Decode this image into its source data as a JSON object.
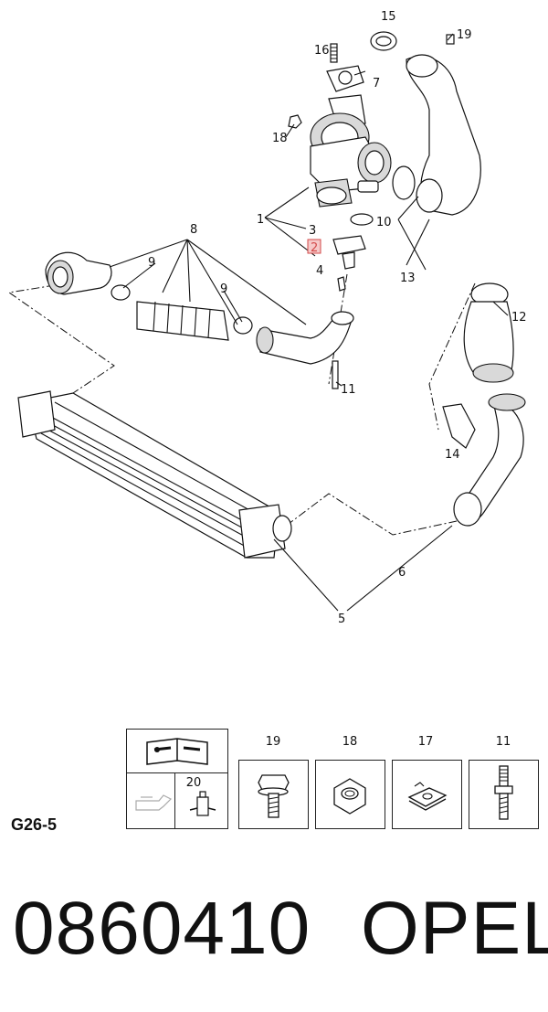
{
  "diagram": {
    "callouts": [
      "1",
      "2",
      "3",
      "4",
      "5",
      "6",
      "7",
      "8",
      "9",
      "9",
      "10",
      "11",
      "12",
      "13",
      "14",
      "15",
      "16",
      "18",
      "19"
    ]
  },
  "legend": {
    "manual_icon": "manual-book-icon",
    "oil_icon": "oil-can-icon",
    "fitting": {
      "number": "20",
      "icon": "fitting-icon"
    },
    "hardware": [
      {
        "number": "19",
        "icon": "flange-bolt-icon"
      },
      {
        "number": "18",
        "icon": "hex-nut-icon"
      },
      {
        "number": "17",
        "icon": "clip-nut-icon"
      },
      {
        "number": "11",
        "icon": "stud-bolt-icon"
      }
    ]
  },
  "footer": {
    "section_code": "G26-5",
    "part_number": "0860410",
    "brand": "OPEL"
  },
  "colors": {
    "highlight": "#d34a4a"
  }
}
